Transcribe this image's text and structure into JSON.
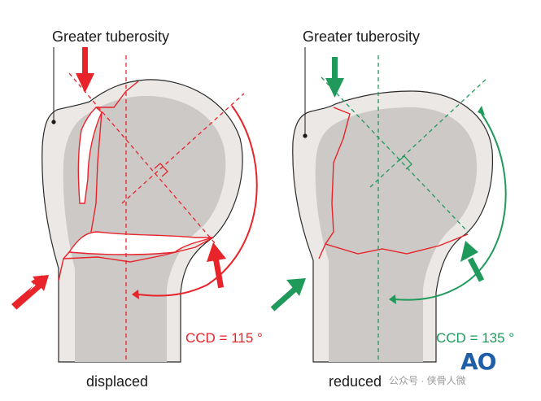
{
  "labels": {
    "left_title": "Greater tuberosity",
    "right_title": "Greater tuberosity",
    "left_caption": "displaced",
    "right_caption": "reduced",
    "left_ccd": "CCD = 115 °",
    "right_ccd": "CCD = 135 °",
    "logo": "AO",
    "watermark": "公众号 · 侠骨人微"
  },
  "colors": {
    "displaced": "#e8232a",
    "reduced": "#1f9a5a",
    "bone_outer": "#ebe8e6",
    "bone_inner": "#cdc9c7",
    "outline": "#2a2a2a",
    "logo": "#1f5fa8"
  }
}
